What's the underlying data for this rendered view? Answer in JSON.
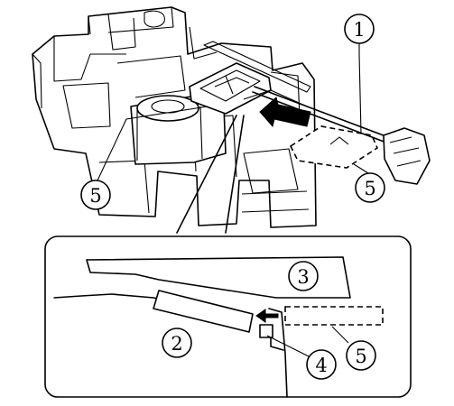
{
  "callouts": {
    "c1": "1",
    "c2": "2",
    "c3": "3",
    "c4": "4",
    "c5_top_left": "5",
    "c5_top_right": "5",
    "c5_detail": "5"
  },
  "colors": {
    "line": "#000000",
    "background": "#ffffff"
  },
  "icons": {
    "arrow_main": "large-push-arrow-icon",
    "arrow_detail": "small-push-arrow-icon",
    "tool": "screwdriver-icon"
  }
}
